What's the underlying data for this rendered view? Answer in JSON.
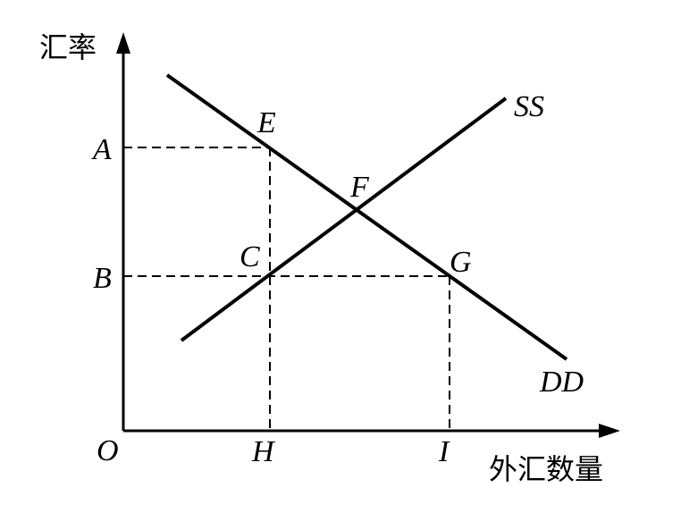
{
  "axes": {
    "y_label": "汇率",
    "x_label": "外汇数量",
    "origin": "O"
  },
  "curves": {
    "supply": "SS",
    "demand": "DD"
  },
  "points": {
    "E": "E",
    "F": "F",
    "C": "C",
    "G": "G"
  },
  "y_ticks": {
    "A": "A",
    "B": "B"
  },
  "x_ticks": {
    "H": "H",
    "I": "I"
  }
}
